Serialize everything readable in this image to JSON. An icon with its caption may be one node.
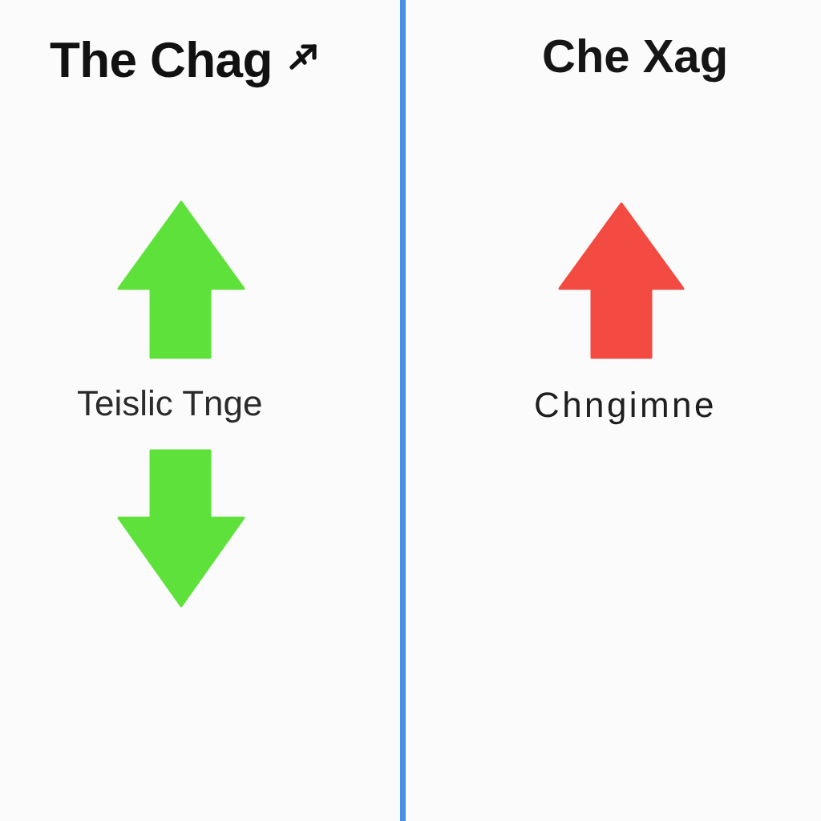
{
  "diagram": {
    "labels": [
      "The Chag",
      "Che Xag",
      "Teislic Tnge",
      "Chngimne"
    ]
  }
}
